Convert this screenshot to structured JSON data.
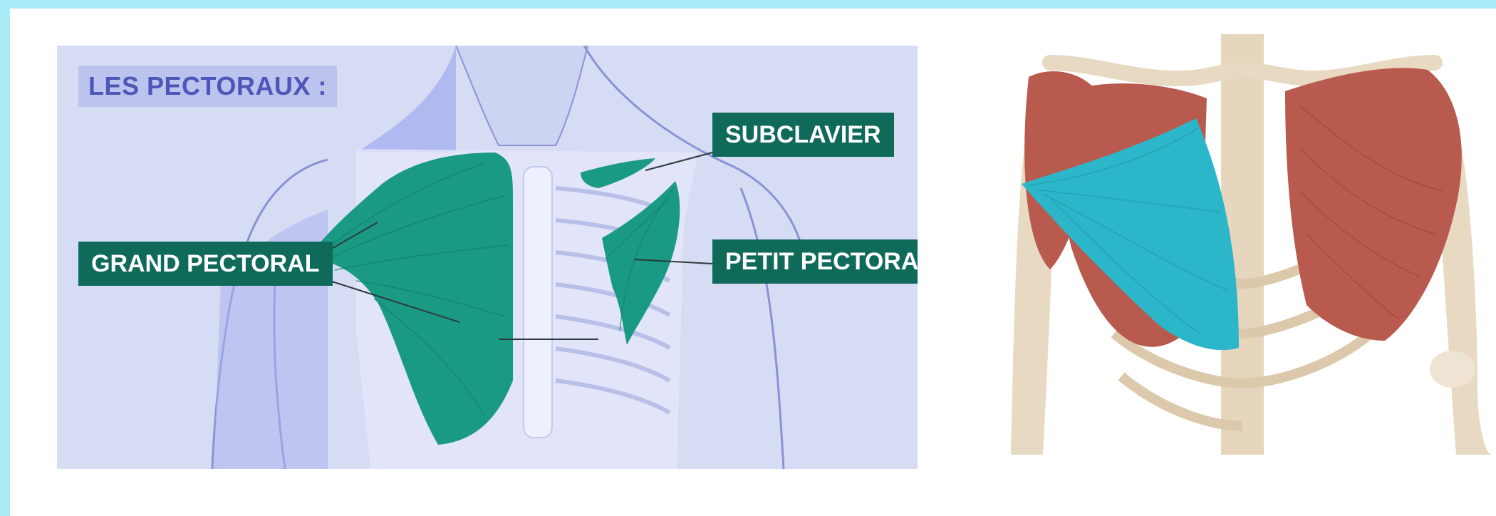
{
  "left_panel": {
    "title": "LES PECTORAUX :",
    "labels": {
      "subclavier": "SUBCLAVIER",
      "grand_pectoral": "GRAND PECTORAL",
      "petit_pectoral": "PETIT PECTORAL"
    }
  },
  "colors": {
    "page_border": "#a9ecf8",
    "diagram_background": "#d6dcf4",
    "muscle_highlight": "#1a9a85",
    "label_fill": "#0f6a5a",
    "label_text": "#ffffff",
    "title_text": "#4e56b8",
    "title_fill": "#bcc3ef",
    "anatomy_highlight": "#2bb6c9",
    "anatomy_muscle": "#b85a4e",
    "anatomy_bone": "#e8d9c2"
  }
}
